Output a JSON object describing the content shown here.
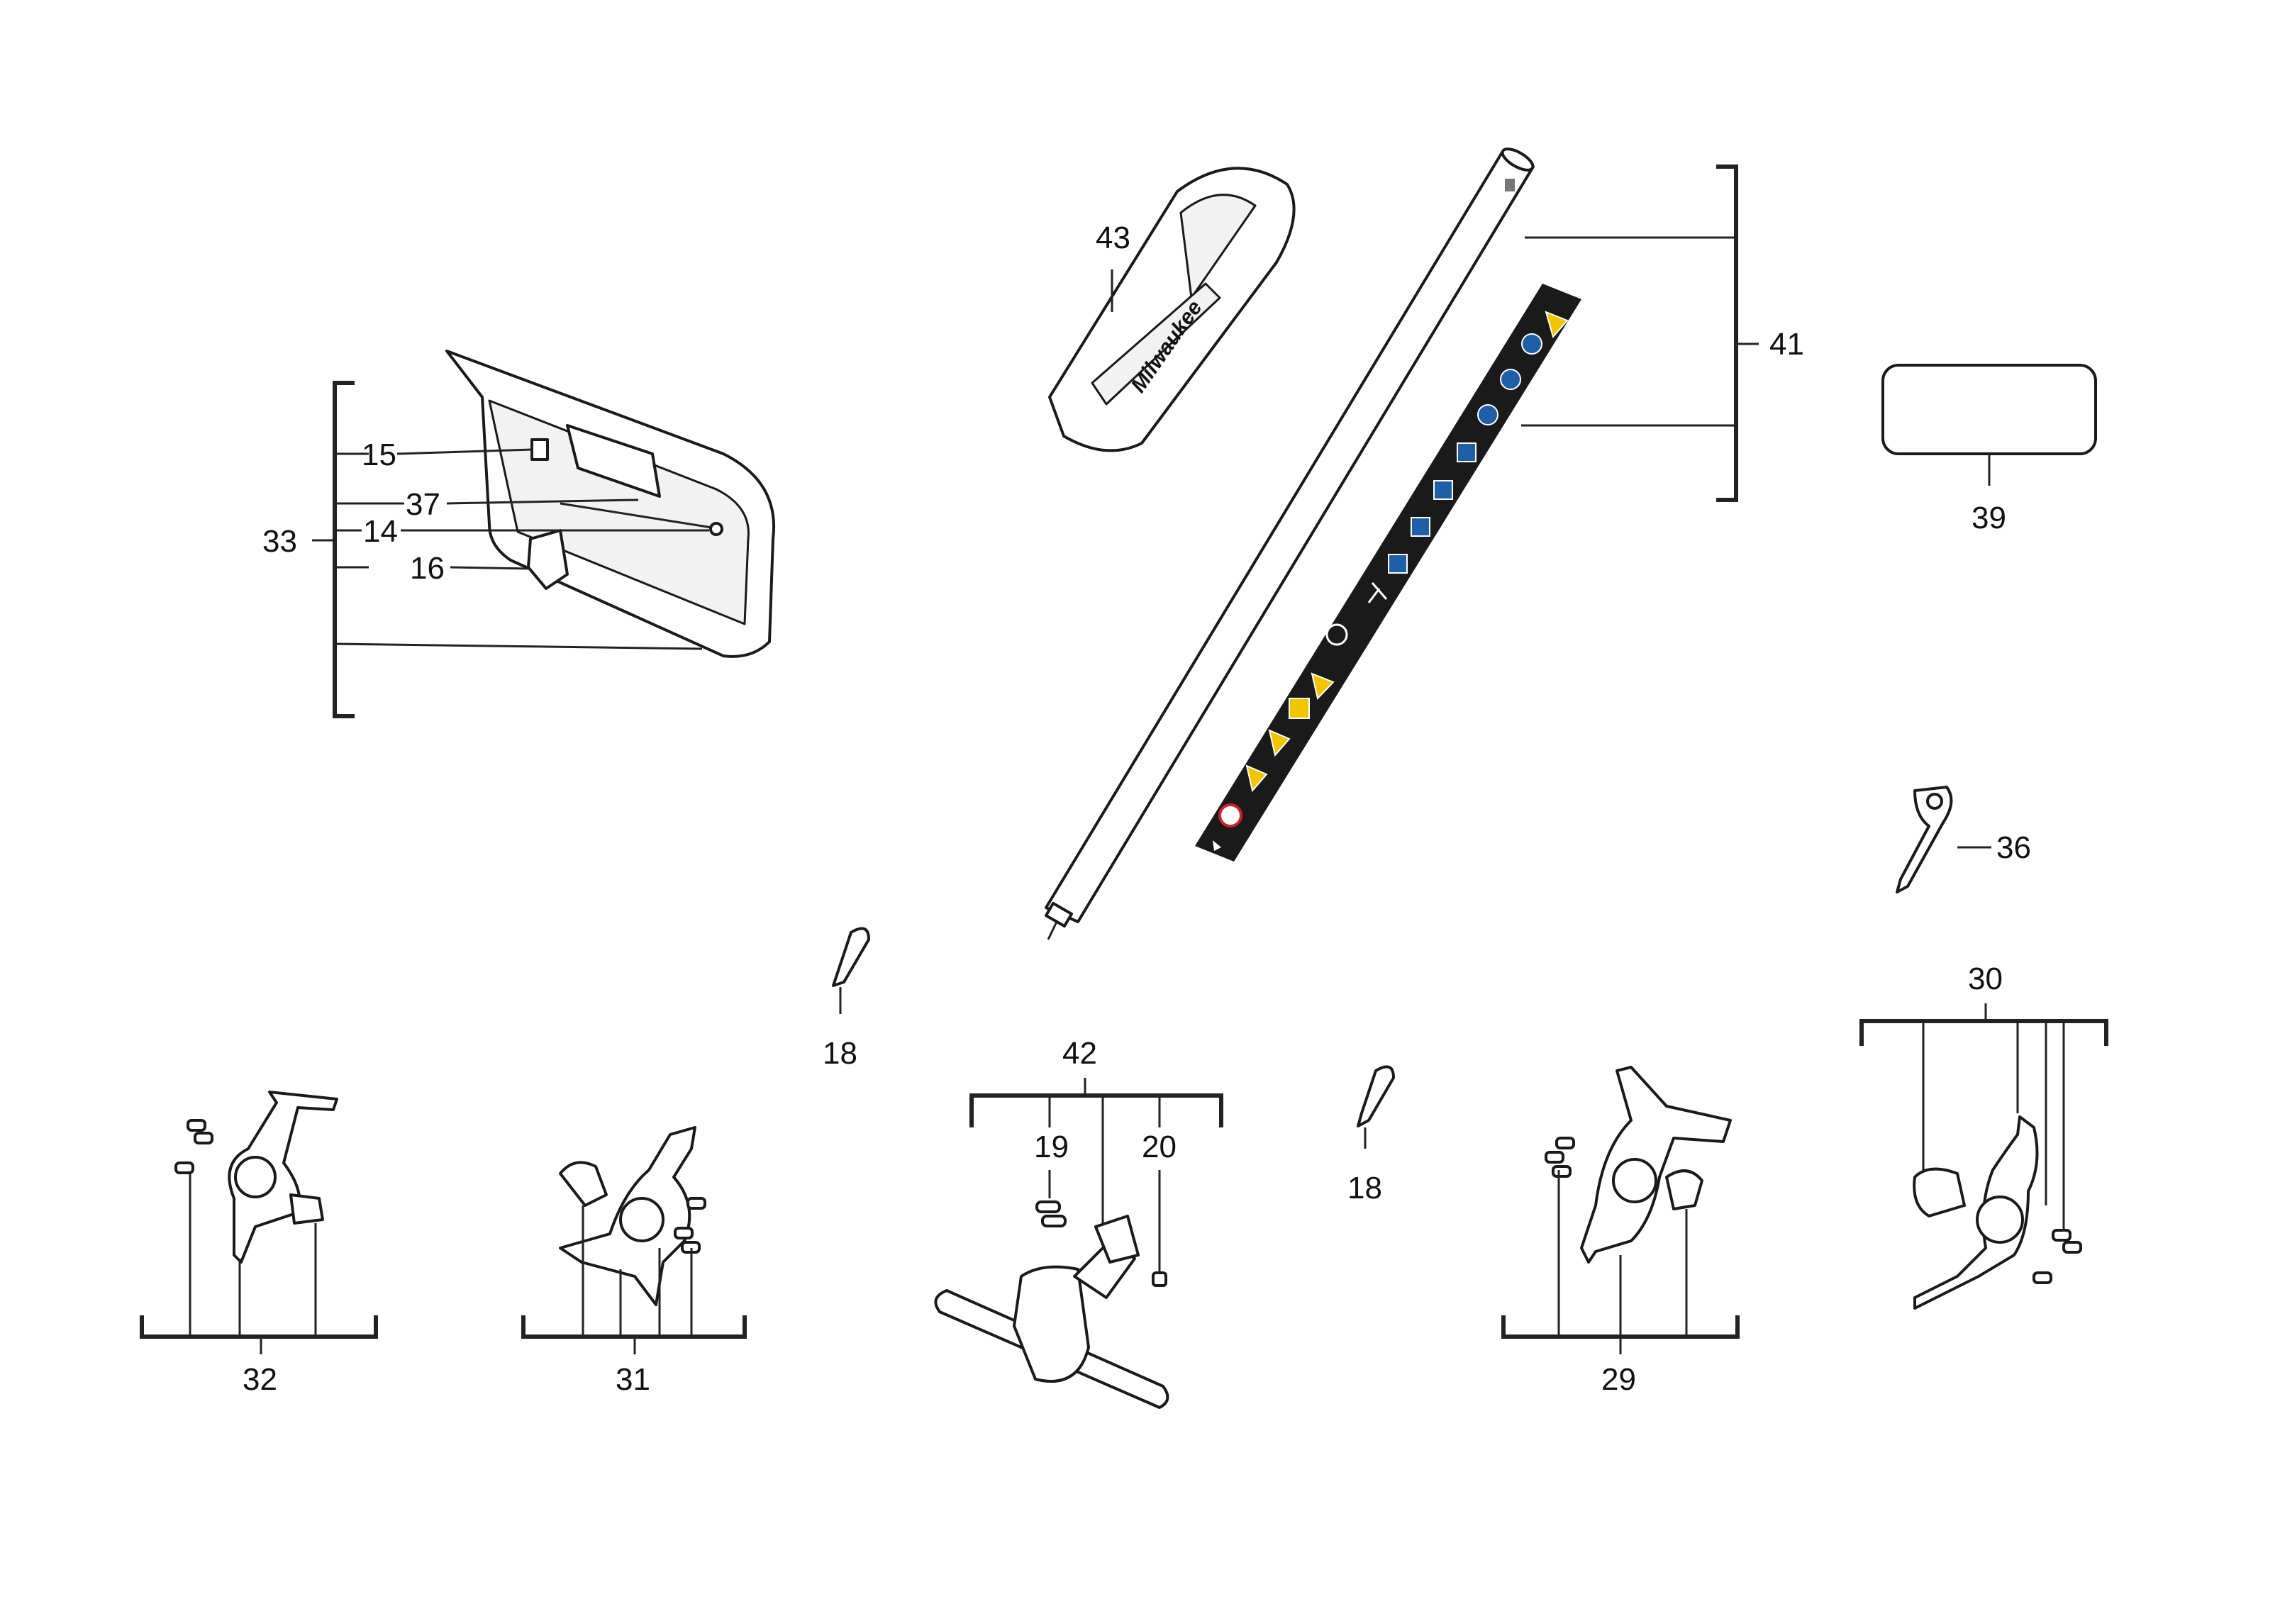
{
  "diagram": {
    "callouts": {
      "c33": "33",
      "c15": "15",
      "c37": "37",
      "c14": "14",
      "c16": "16",
      "c43": "43",
      "c41": "41",
      "c39": "39",
      "c36": "36",
      "c30": "30",
      "c18a": "18",
      "c18b": "18",
      "c42": "42",
      "c19": "19",
      "c20": "20",
      "c32": "32",
      "c31": "31",
      "c29": "29"
    },
    "logo_text": "Milwaukee",
    "colors": {
      "warning_yellow": "#f2c500",
      "mandatory_blue": "#1f5fa8",
      "prohibition_red": "#d0202a",
      "label_black": "#1a1a1a"
    }
  }
}
